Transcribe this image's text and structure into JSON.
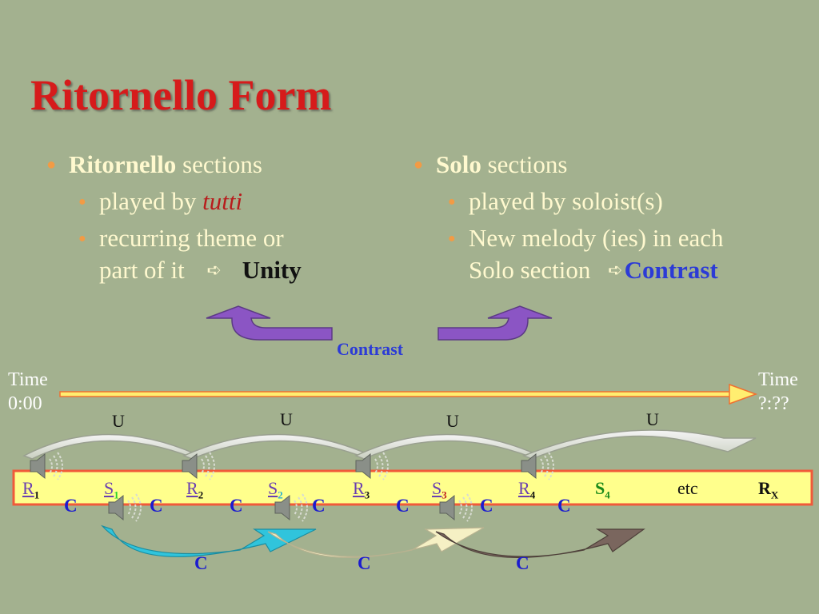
{
  "title": "Ritornello Form",
  "left_column": {
    "heading_bold": "Ritornello",
    "heading_rest": " sections",
    "b1": "played by ",
    "b1_em": "tutti",
    "b2_line1": "recurring theme or",
    "b2_line2": "part of it",
    "b2_arrow": "➪",
    "b2_result": "Unity"
  },
  "right_column": {
    "heading_bold": "Solo",
    "heading_rest": " sections",
    "b1": "played by soloist(s)",
    "b2_line1": "New melody (ies) in each",
    "b2_line2": "Solo section",
    "b2_arrow": "➪",
    "b2_result": "Contrast"
  },
  "contrast_label": "Contrast",
  "timeline": {
    "start_word": "Time",
    "start_time": "0:00",
    "end_word": "Time",
    "end_time": "?:??",
    "u_labels": [
      "U",
      "U",
      "U",
      "U"
    ],
    "c_labels_upper": [
      "C",
      "C",
      "C",
      "C",
      "C",
      "C",
      "C"
    ],
    "c_labels_lower": [
      "C",
      "C",
      "C"
    ],
    "sections": [
      {
        "main": "R",
        "sub": "1",
        "color": "#6a3fb0",
        "sub_color": "#111111"
      },
      {
        "main": "S",
        "sub": "1",
        "color": "#6a3fb0",
        "sub_color": "#2bd12b"
      },
      {
        "main": "R",
        "sub": "2",
        "color": "#6a3fb0",
        "sub_color": "#111111"
      },
      {
        "main": "S",
        "sub": "2",
        "color": "#6a3fb0",
        "sub_color": "#2bb0d1"
      },
      {
        "main": "R",
        "sub": "3",
        "color": "#6a3fb0",
        "sub_color": "#111111"
      },
      {
        "main": "S",
        "sub": "3",
        "color": "#6a3fb0",
        "sub_color": "#c02020"
      },
      {
        "main": "R",
        "sub": "4",
        "color": "#6a3fb0",
        "sub_color": "#111111"
      },
      {
        "main": "S",
        "sub": "4",
        "color": "#1a8a1a",
        "sub_color": "#1a8a1a"
      },
      {
        "main": "etc",
        "sub": "",
        "color": "#111111",
        "sub_color": "#111111"
      },
      {
        "main": "R",
        "sub": "X",
        "color": "#111111",
        "sub_color": "#111111"
      }
    ]
  },
  "colors": {
    "background": "#a3b18f",
    "title": "#d61b1b",
    "text": "#fff9cf",
    "bullet": "#f29b45",
    "purple_arrow": "#8b55c4",
    "timeline_bar": "#ffff8c",
    "timeline_border": "#f05a3a",
    "c_label": "#1c1ccf"
  }
}
